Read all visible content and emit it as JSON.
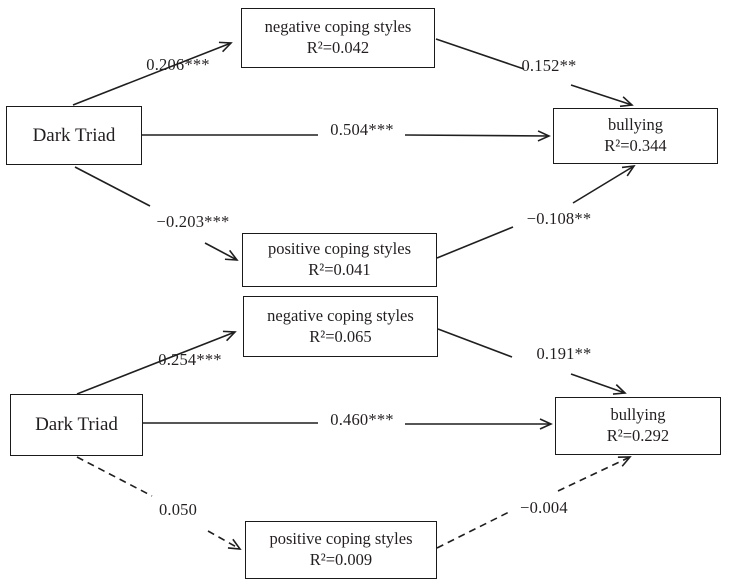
{
  "figure": {
    "background": "#ffffff",
    "line_color": "#1f1f1f",
    "text_color": "#231f20",
    "models": [
      {
        "predictor": "Dark Triad",
        "negative_mediator": {
          "label": "negative coping styles",
          "r2": "R²=0.042"
        },
        "positive_mediator": {
          "label": "positive coping styles",
          "r2": "R²=0.041"
        },
        "outcome": {
          "label": "bullying",
          "r2": "R²=0.344"
        },
        "paths": {
          "predictor_to_negative": "0.206***",
          "negative_to_outcome": "0.152**",
          "direct": "0.504***",
          "predictor_to_positive": "−0.203***",
          "positive_to_outcome": "−0.108**"
        }
      },
      {
        "predictor": "Dark Triad",
        "negative_mediator": {
          "label": "negative coping styles",
          "r2": "R²=0.065"
        },
        "positive_mediator": {
          "label": "positive coping styles",
          "r2": "R²=0.009"
        },
        "outcome": {
          "label": "bullying",
          "r2": "R²=0.292"
        },
        "paths": {
          "predictor_to_negative": "0.254***",
          "negative_to_outcome": "0.191**",
          "direct": "0.460***",
          "predictor_to_positive": "0.050",
          "positive_to_outcome": "−0.004"
        }
      }
    ]
  }
}
